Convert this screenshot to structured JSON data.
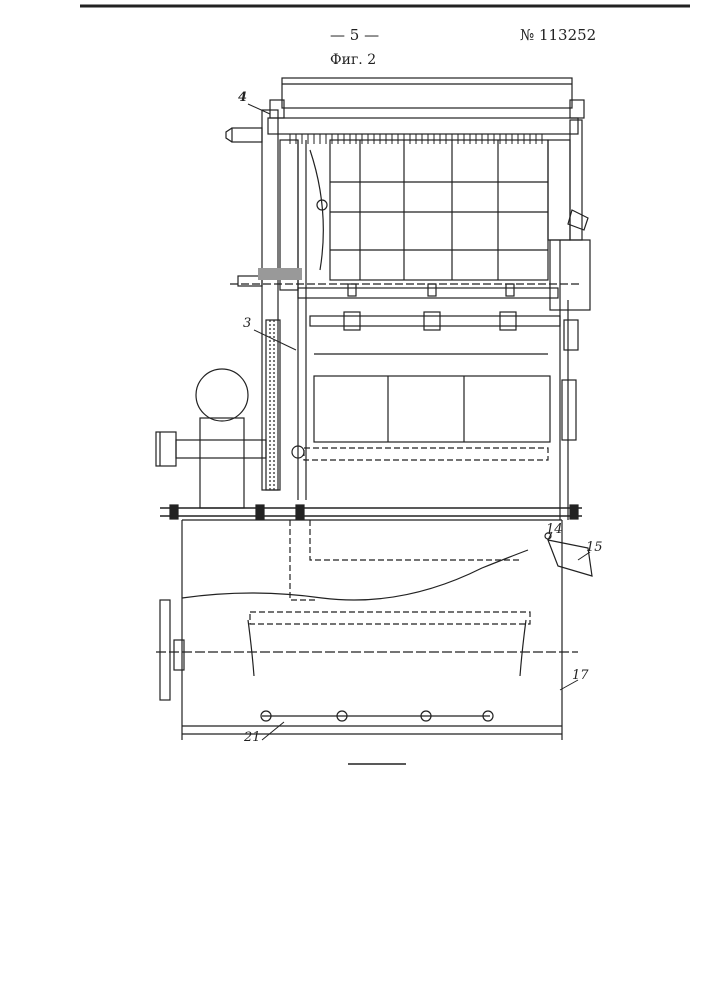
{
  "header": {
    "page_number": "— 5 —",
    "patent_number": "№ 113252",
    "figure_caption": "Фиг. 2"
  },
  "callouts": {
    "c4": "4",
    "c3": "3",
    "c14": "14",
    "c15": "15",
    "c17": "17",
    "c21": "21"
  }
}
